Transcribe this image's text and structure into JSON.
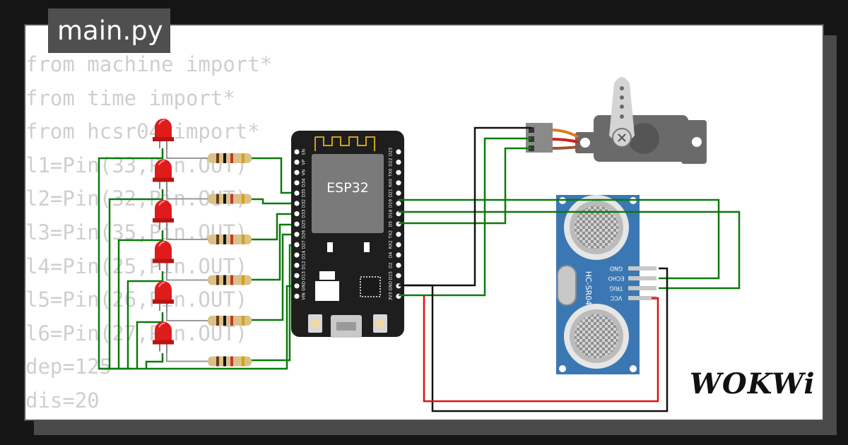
{
  "tab": {
    "label": "main.py"
  },
  "code_lines": [
    "from machine import*",
    "from time import*",
    "from hcsr04 import*",
    "l1=Pin(33,Pin.OUT)",
    "l2=Pin(32,Pin.OUT)",
    "l3=Pin(35,Pin.OUT)",
    "l4=Pin(25,Pin.OUT)",
    "l5=Pin(26,Pin.OUT)",
    "l6=Pin(27,Pin.OUT)",
    "dep=125",
    "dis=20"
  ],
  "board": {
    "label": "ESP32",
    "left_pins": [
      "EN",
      "VP",
      "VN",
      "D34",
      "D35",
      "D32",
      "D33",
      "D25",
      "D26",
      "D27",
      "D14",
      "D12",
      "D13",
      "GND",
      "VIN"
    ],
    "right_pins": [
      "D23",
      "D22",
      "TX0",
      "RX0",
      "D21",
      "D19",
      "D18",
      "D5",
      "TX2",
      "RX2",
      "D4",
      "D2",
      "D15",
      "GND",
      "3V3"
    ]
  },
  "sensor": {
    "label": "HC-SR04",
    "pins": [
      "GND",
      "ECHO",
      "TRIG",
      "VCC"
    ]
  },
  "logo": {
    "text": "WOKWi"
  },
  "colors": {
    "background": "#151515",
    "card": "#ffffff",
    "tab": "#4f4f4f",
    "code_text": "#cfcfcf",
    "wire_green": "#0c7a0c",
    "wire_black": "#111111",
    "wire_red": "#e01010",
    "board": "#1e1e1e",
    "chip": "#7a7a7a",
    "led": "#e01b1b",
    "sensor": "#3b78b3",
    "servo": "#6a6a6a"
  },
  "icons": {
    "led": "red-led-icon",
    "resistor": "resistor-icon",
    "servo": "servo-motor-icon",
    "sensor": "ultrasonic-sensor-icon"
  }
}
